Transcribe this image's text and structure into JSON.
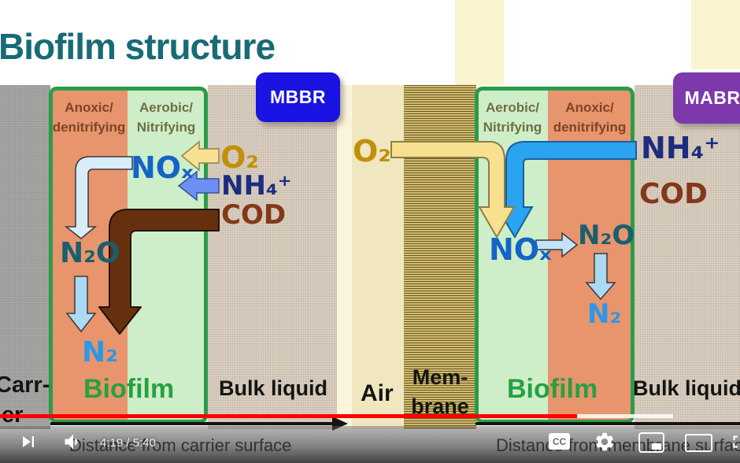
{
  "page": {
    "title": "Biofilm structure"
  },
  "mbbr": {
    "badge": "MBBR",
    "zone_left_line1": "Anoxic/",
    "zone_left_line2": "denitrifying",
    "zone_right_line1": "Aerobic/",
    "zone_right_line2": "Nitrifying",
    "o2": "O₂",
    "nh4": "NH₄⁺",
    "cod": "COD",
    "nox": "NOₓ",
    "n2o": "N₂O",
    "n2": "N₂",
    "carrier_line1": "Carr-",
    "carrier_line2": "ier",
    "biofilm_label": "Biofilm",
    "bulk_label": "Bulk liquid",
    "axis_label": "Distance from carrier surface"
  },
  "mabr": {
    "badge": "MABR",
    "zone_left_line1": "Aerobic/",
    "zone_left_line2": "Nitrifying",
    "zone_right_line1": "Anoxic/",
    "zone_right_line2": "denitrifying",
    "o2": "O₂",
    "nh4": "NH₄⁺",
    "cod": "COD",
    "nox": "NOₓ",
    "n2o": "N₂O",
    "n2": "N₂",
    "air_label": "Air",
    "membrane_line1": "Mem-",
    "membrane_line2": "brane",
    "biofilm_label": "Biofilm",
    "bulk_label": "Bulk liquid",
    "axis_label": "Distance from membrane surface"
  },
  "player": {
    "time_display": "4:19 / 5:40",
    "captions_label": "CC",
    "played_percent": 78,
    "buffered_percent": 91,
    "controls": [
      "next",
      "volume",
      "captions",
      "settings",
      "miniplayer",
      "theater-mode",
      "fullscreen"
    ]
  },
  "colors": {
    "title_teal": "#176b75",
    "mbbr_blue": "#1a13e2",
    "mabr_purple": "#7d39ab",
    "biofilm_border_green": "#2a9c49",
    "anoxic_zone_orange": "#e8946c",
    "aerobic_zone_green": "#cdeec8",
    "biofilm_label_green": "#27a042",
    "progress_red": "#ff0000",
    "o2_gold": "#c28f0a",
    "nh4_navy": "#1c2d80",
    "cod_brown": "#83381a",
    "nox_blue": "#1464c8",
    "n2o_teal": "#195f6f",
    "n2_blue": "#2c97e8"
  }
}
